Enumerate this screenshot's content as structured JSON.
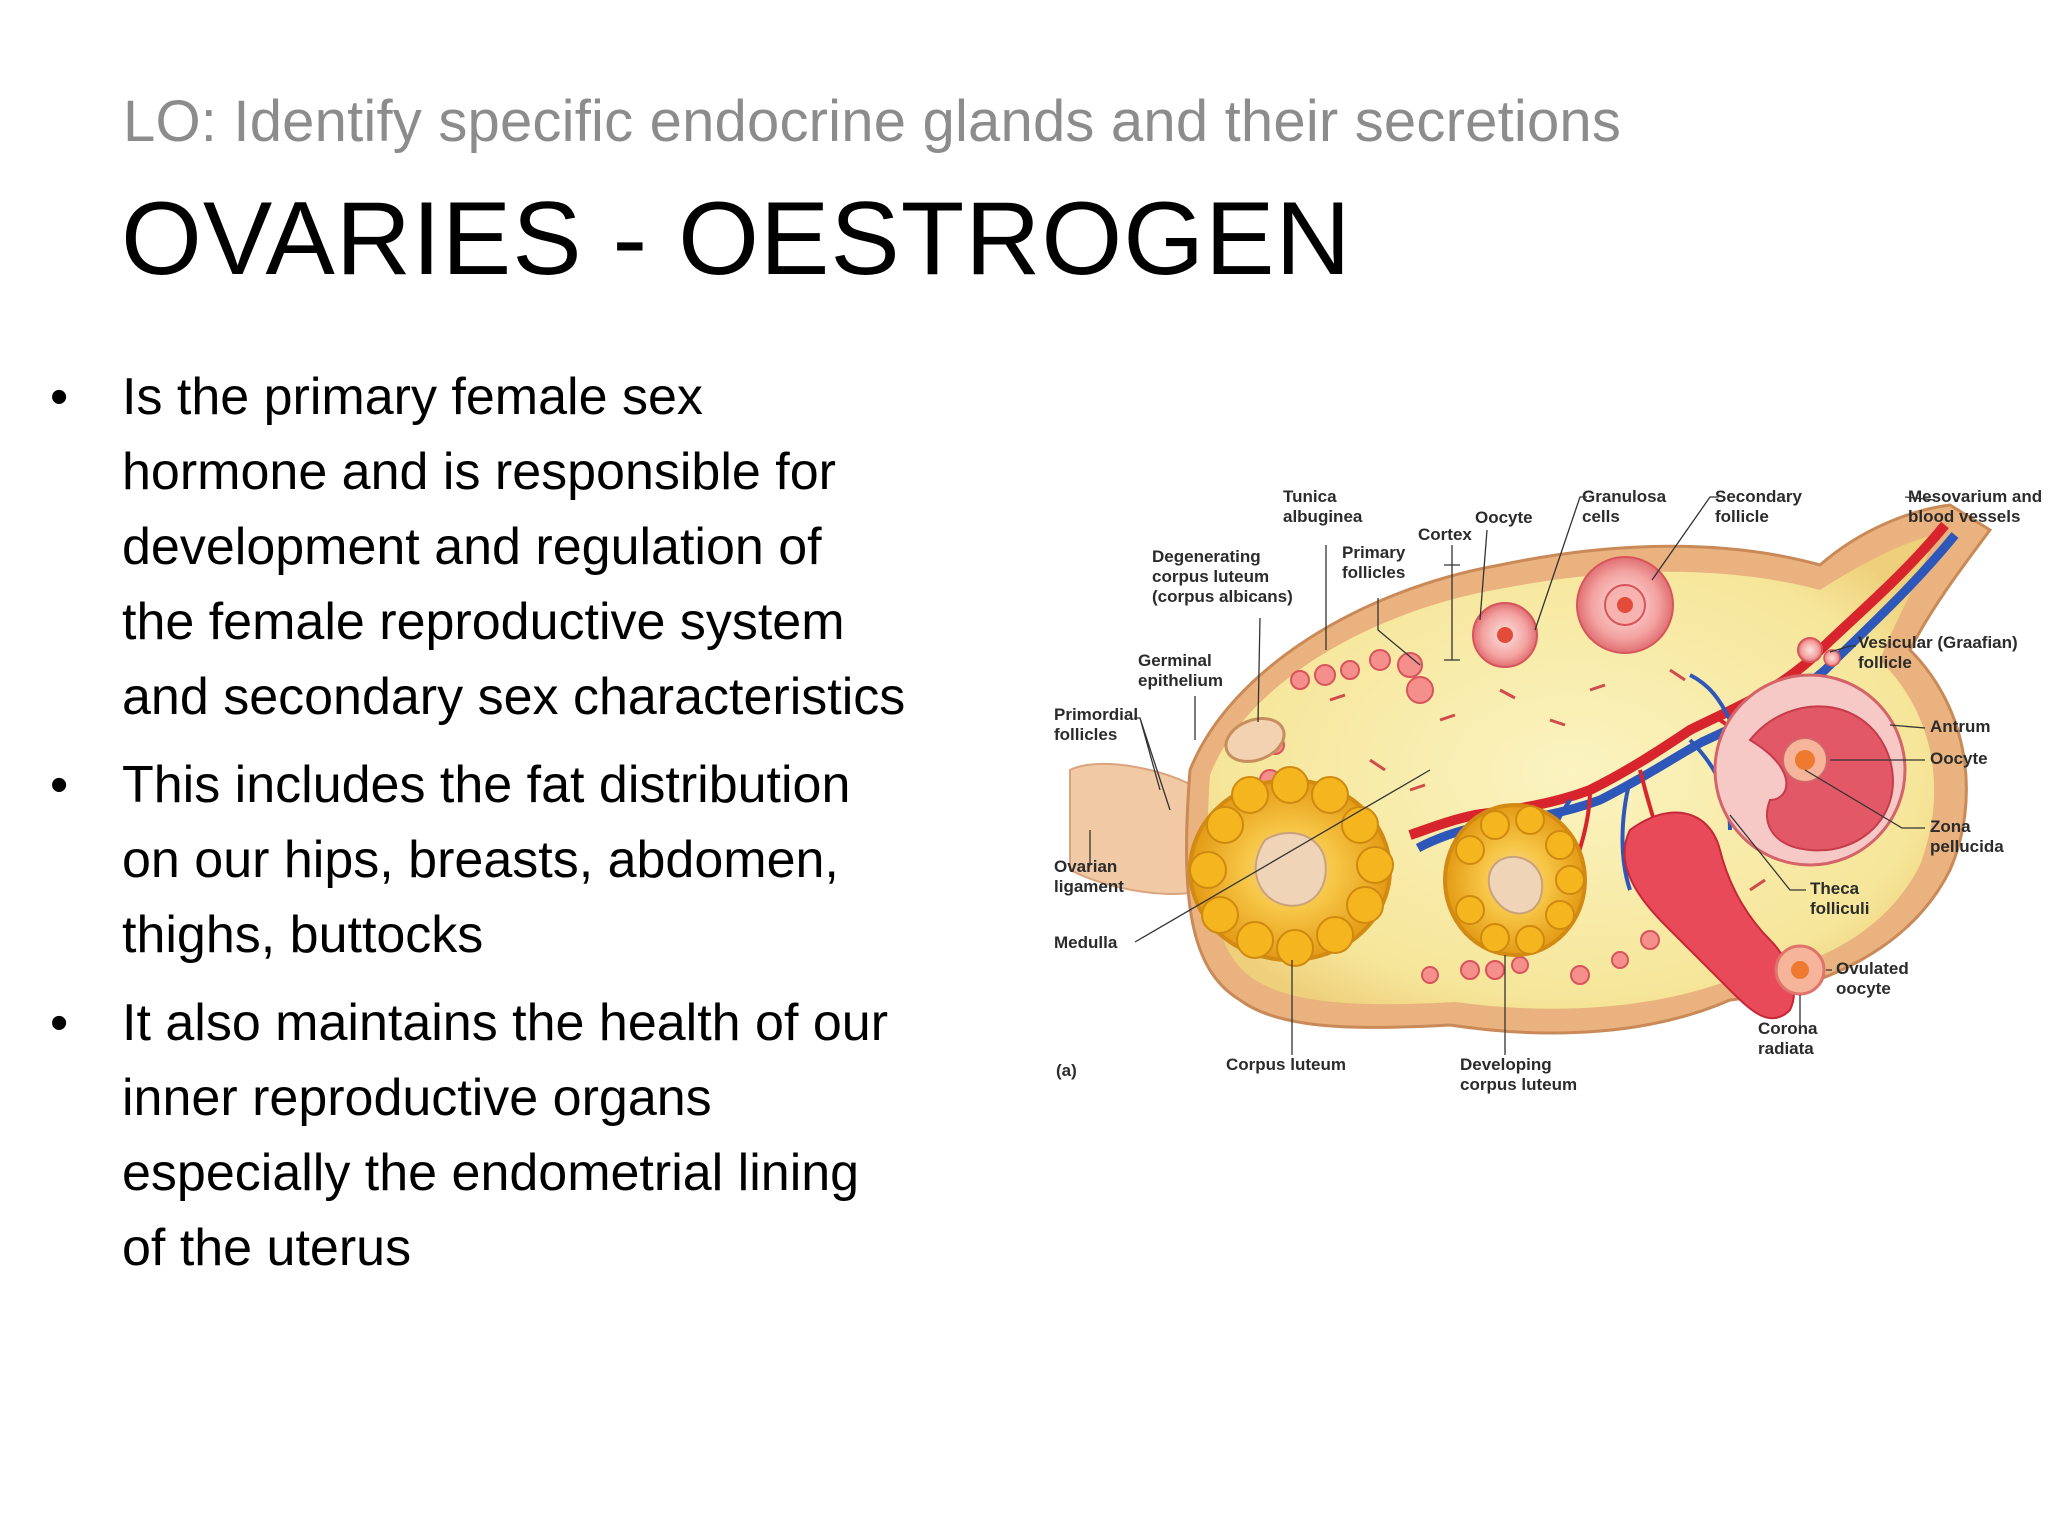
{
  "slide": {
    "lo": "LO: Identify specific endocrine glands and their secretions",
    "title": "OVARIES - OESTROGEN",
    "bullets": [
      {
        "lines": [
          "Is the primary female sex",
          "hormone and is responsible for",
          "development and regulation of",
          "the female reproductive system",
          "and secondary sex characteristics"
        ]
      },
      {
        "lines": [
          "This includes the fat distribution",
          "on our hips, breasts, abdomen,",
          "thighs, buttocks"
        ]
      },
      {
        "lines": [
          "It also maintains the health of our",
          "inner reproductive organs",
          "especially the endometrial lining",
          "of the uterus"
        ]
      }
    ]
  },
  "figure": {
    "labels": {
      "tunica": [
        "Tunica",
        "albuginea"
      ],
      "oocyte_top": "Oocyte",
      "cortex": "Cortex",
      "granulosa": [
        "Granulosa",
        "cells"
      ],
      "secondary": [
        "Secondary",
        "follicle"
      ],
      "mesovarium": [
        "Mesovarium and",
        "blood vessels"
      ],
      "degenerating": [
        "Degenerating",
        "corpus luteum",
        "(corpus albicans)"
      ],
      "primary": [
        "Primary",
        "follicles"
      ],
      "germinal": [
        "Germinal",
        "epithelium"
      ],
      "primordial": [
        "Primordial",
        "follicles"
      ],
      "vesicular": [
        "Vesicular (Graafian)",
        "follicle"
      ],
      "antrum": "Antrum",
      "oocyte_right": "Oocyte",
      "zona": [
        "Zona",
        "pellucida"
      ],
      "ovarian": [
        "Ovarian",
        "ligament"
      ],
      "medulla": "Medulla",
      "theca": [
        "Theca",
        "folliculi"
      ],
      "ovulated": [
        "Ovulated",
        "oocyte"
      ],
      "corona": [
        "Corona",
        "radiata"
      ],
      "panel": "(a)",
      "corpus_luteum": "Corpus luteum",
      "developing": [
        "Developing",
        "corpus luteum"
      ]
    }
  }
}
